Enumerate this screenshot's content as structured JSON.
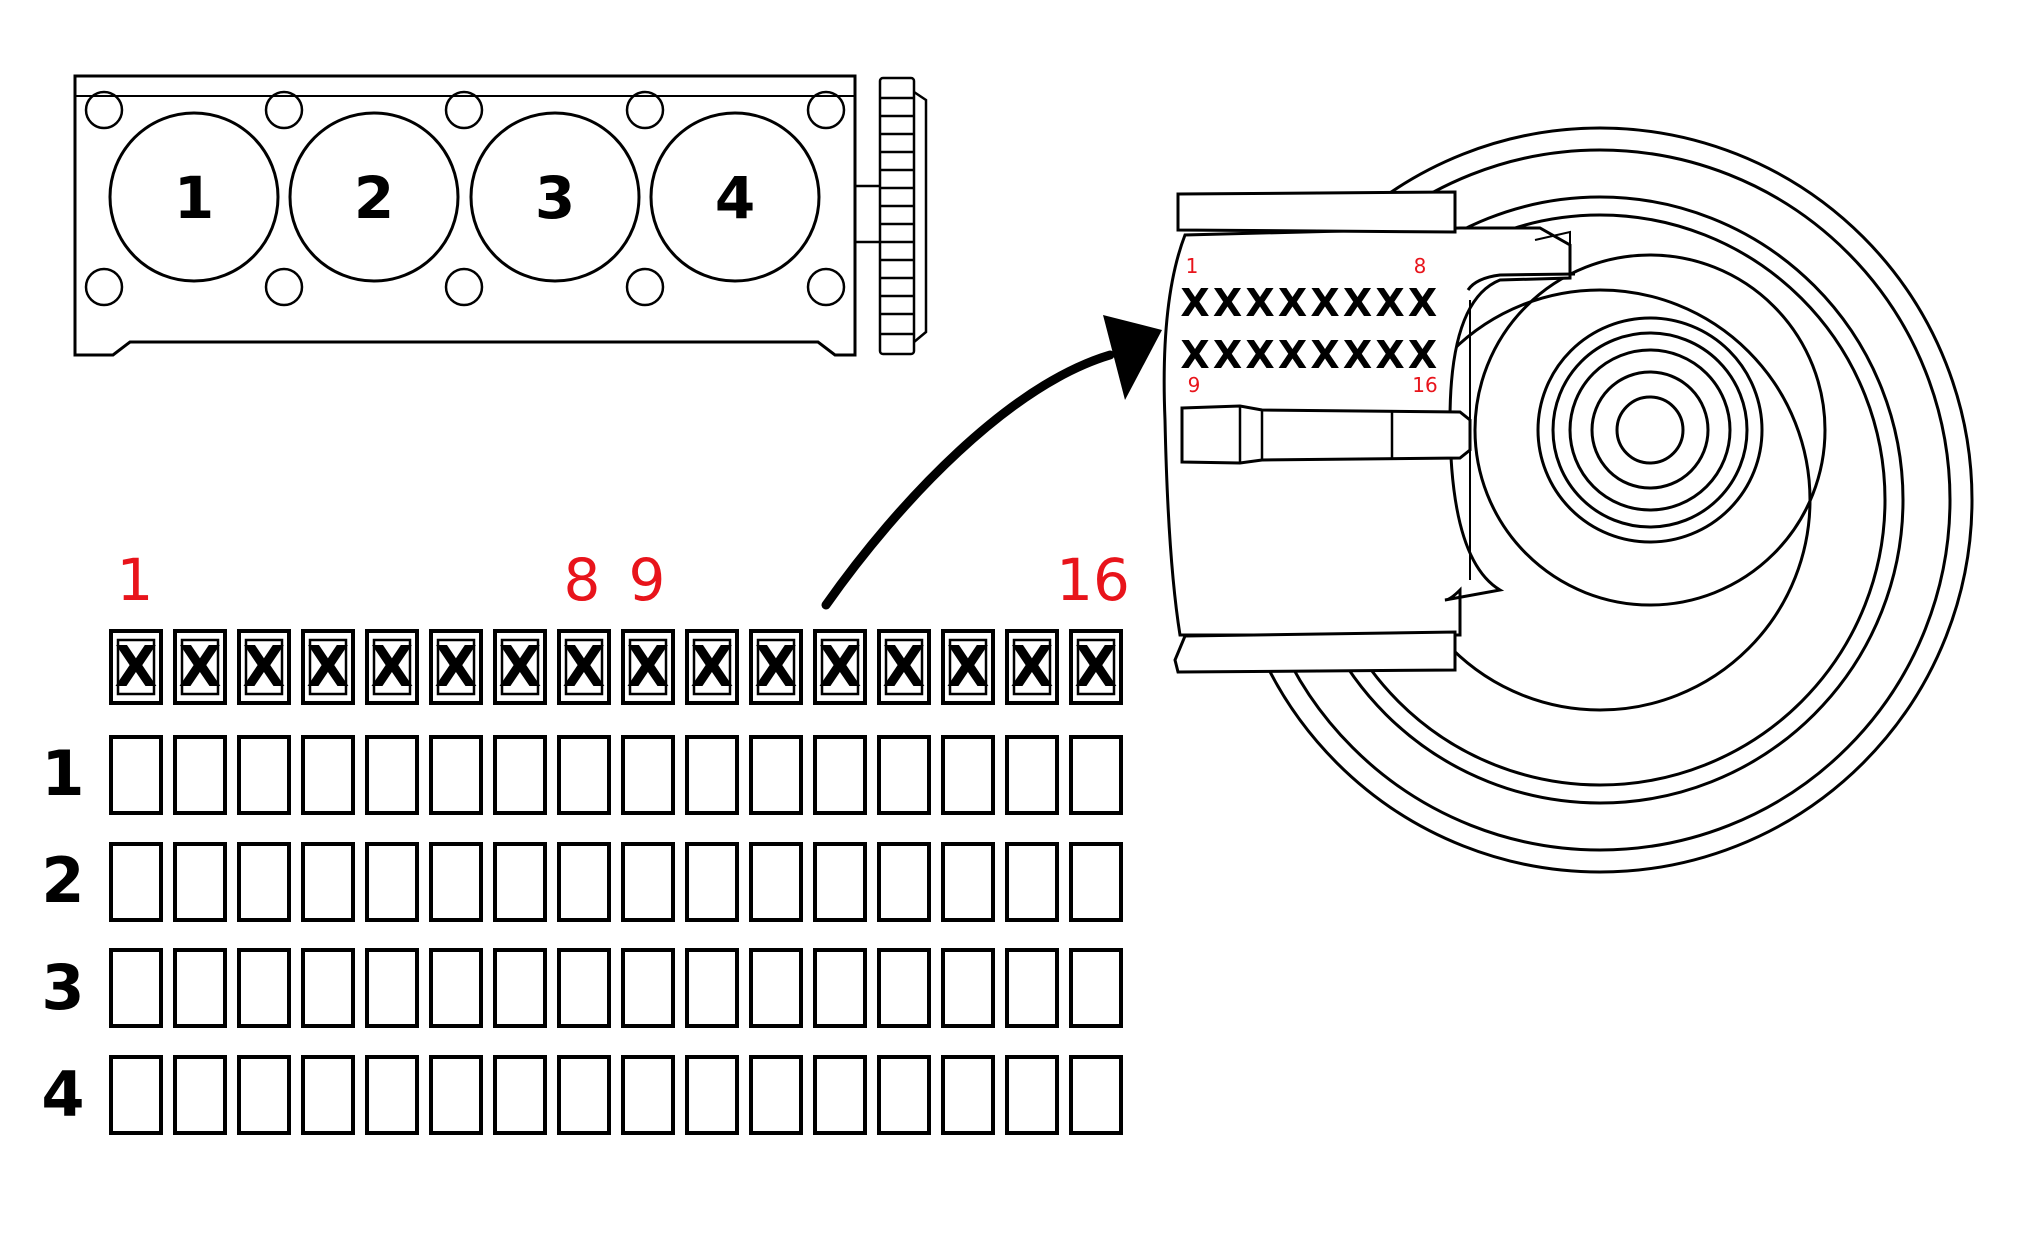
{
  "cylinder_head": {
    "cylinders": [
      "1",
      "2",
      "3",
      "4"
    ]
  },
  "code_grid": {
    "position_labels": [
      "1",
      "8",
      "9",
      "16"
    ],
    "cells": [
      "X",
      "X",
      "X",
      "X",
      "X",
      "X",
      "X",
      "X",
      "X",
      "X",
      "X",
      "X",
      "X",
      "X",
      "X",
      "X"
    ],
    "row_labels": [
      "1",
      "2",
      "3",
      "4"
    ]
  },
  "camshaft_pulley": {
    "mark_labels": {
      "top_left": "1",
      "top_right": "8",
      "bottom_left": "9",
      "bottom_right": "16"
    },
    "top_row": [
      "X",
      "X",
      "X",
      "X",
      "X",
      "X",
      "X",
      "X"
    ],
    "bottom_row": [
      "X",
      "X",
      "X",
      "X",
      "X",
      "X",
      "X",
      "X"
    ]
  },
  "colors": {
    "label_color": "#e8141b",
    "line_color": "#000000"
  }
}
